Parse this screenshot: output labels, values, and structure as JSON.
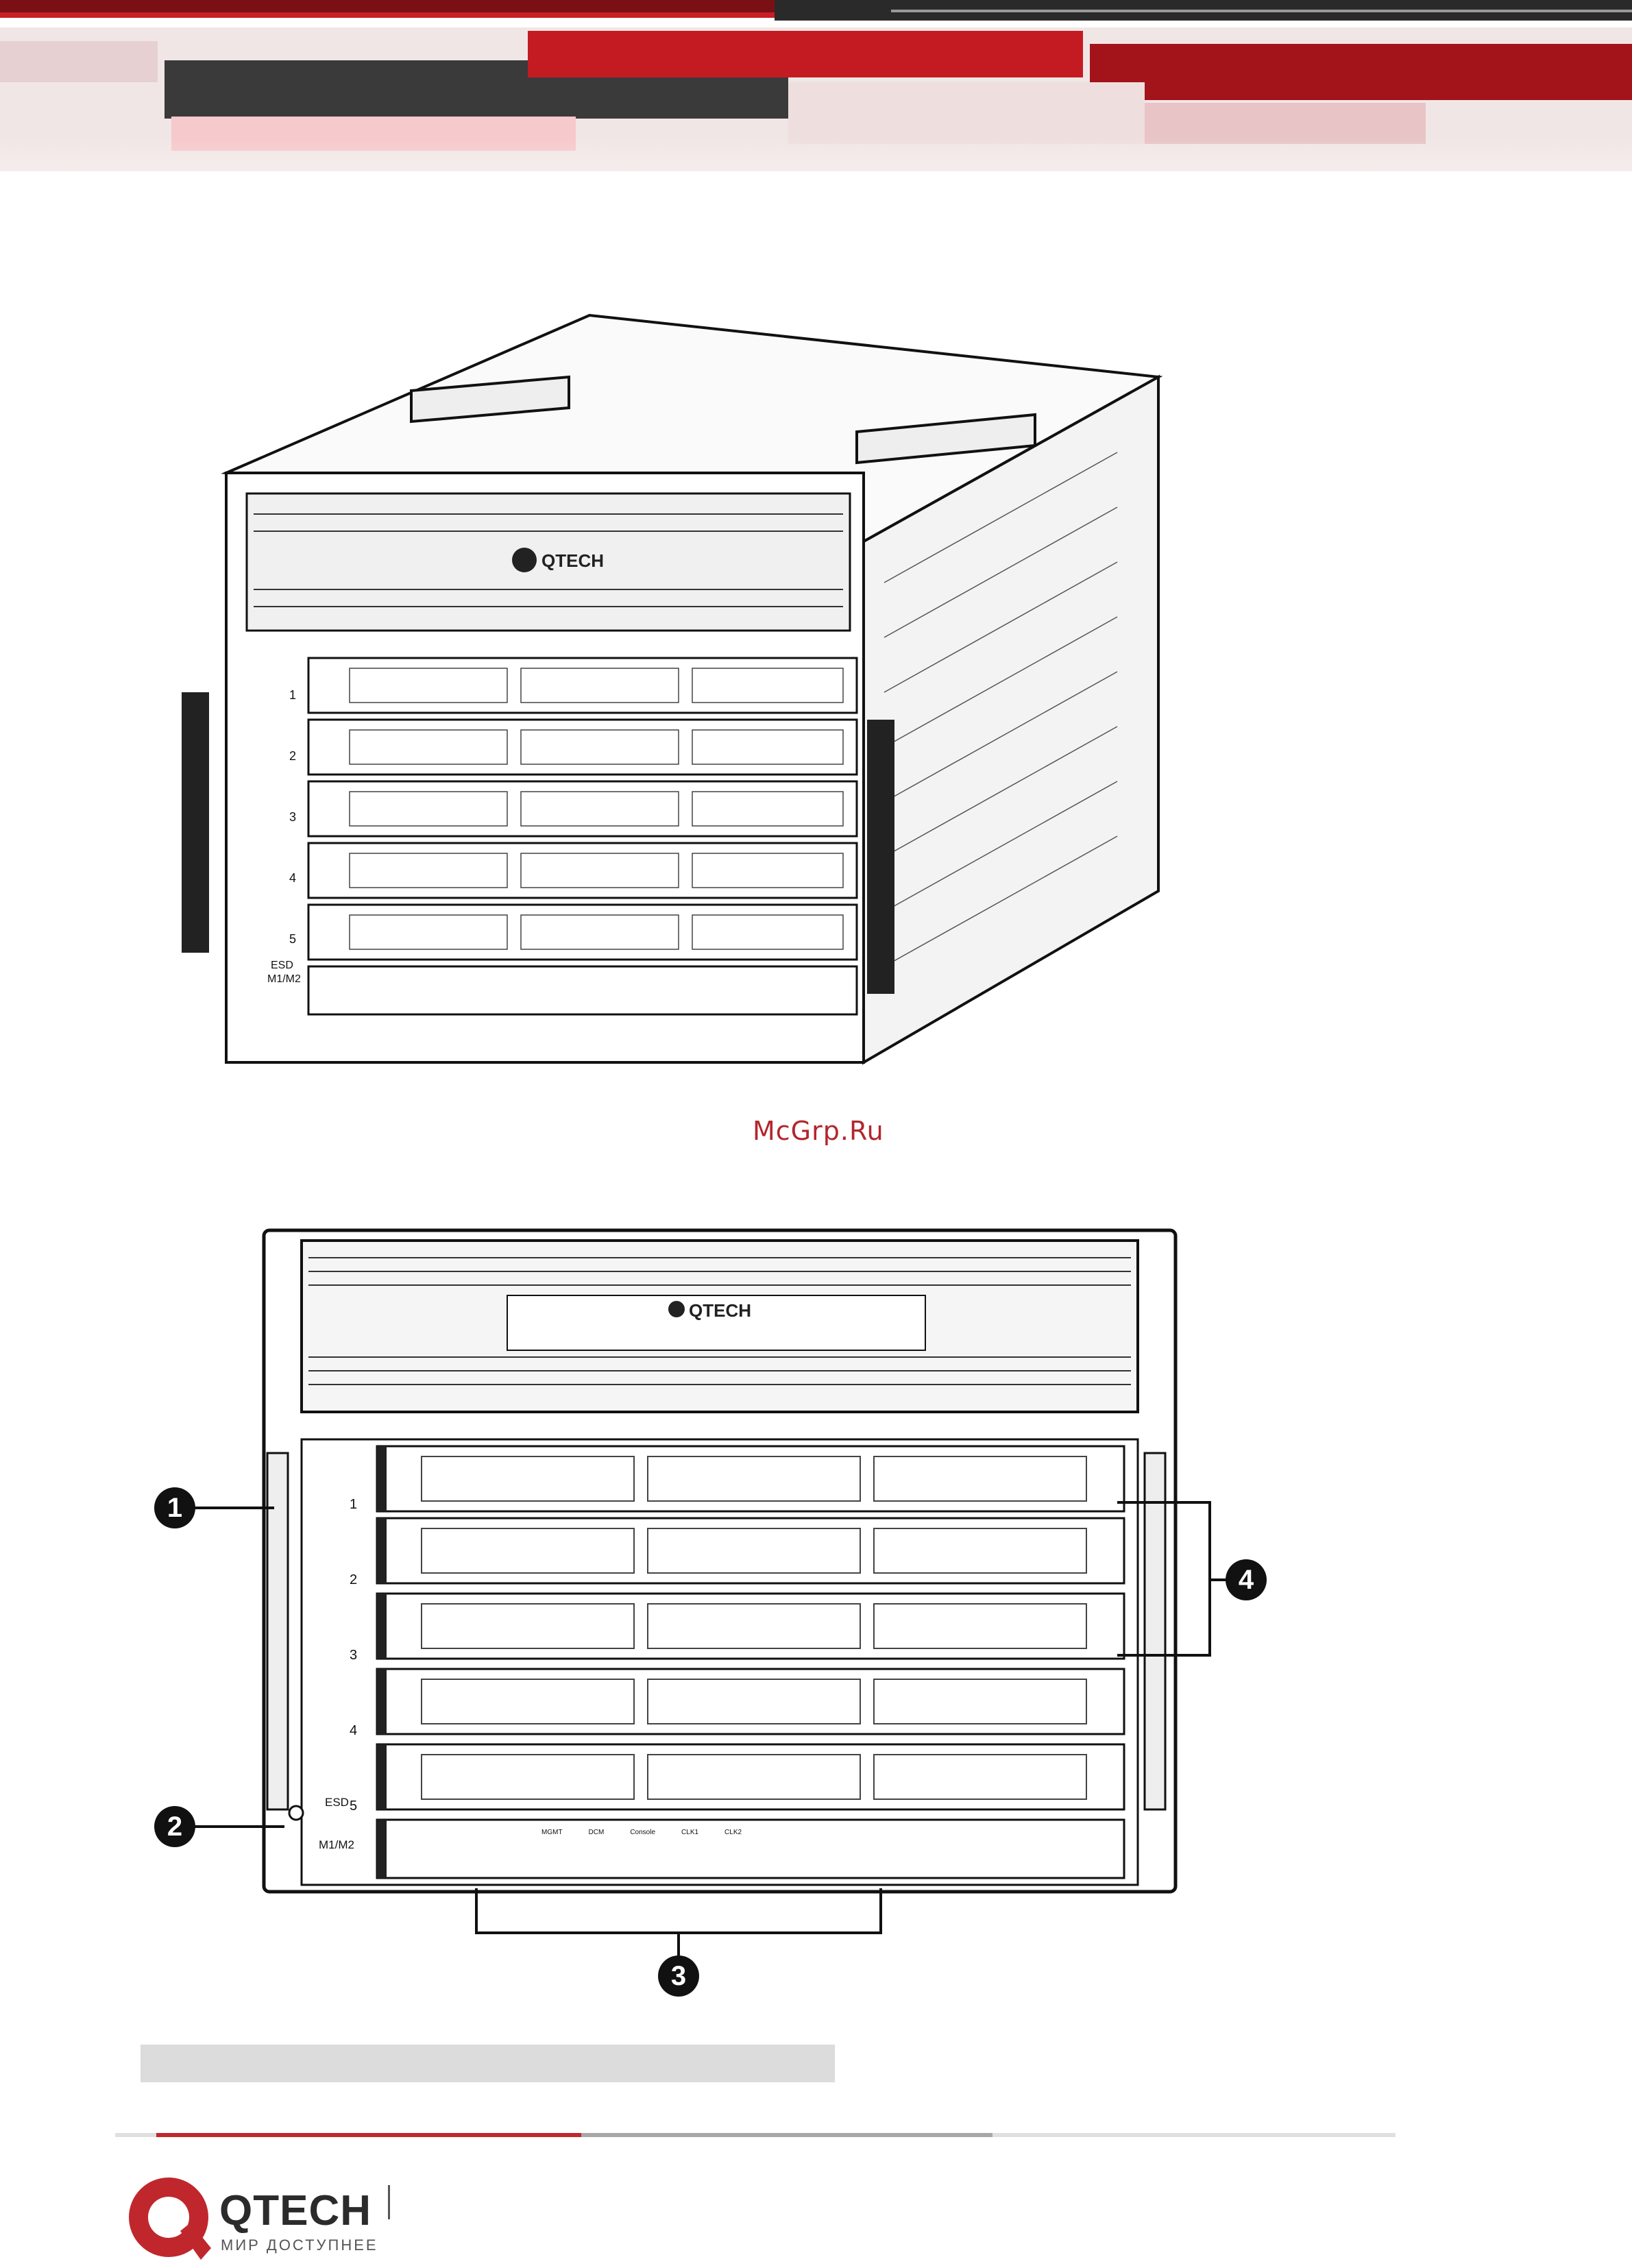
{
  "watermark": "McGrp.Ru",
  "brand": {
    "name": "QTECH",
    "tagline": "МИР ДОСТУПНЕЕ",
    "primary_color": "#c0272d",
    "dark_color": "#2b2b2b"
  },
  "figure_top": {
    "logo": "QTECH",
    "slot_numbers": [
      "1",
      "2",
      "3",
      "4",
      "5"
    ],
    "esd_label": "ESD",
    "mgmt_label": "M1/M2"
  },
  "figure_front": {
    "logo": "QTECH",
    "slot_numbers": [
      "1",
      "2",
      "3",
      "4",
      "5"
    ],
    "esd_label": "ESD",
    "mgmt_label": "M1/M2",
    "callouts": [
      "1",
      "2",
      "3",
      "4"
    ],
    "mgmt_ports": [
      "MGMT",
      "DCM",
      "Console",
      "CLK1",
      "CLK2"
    ]
  },
  "icons": [
    "qtech-logo-icon",
    "esd-icon"
  ]
}
